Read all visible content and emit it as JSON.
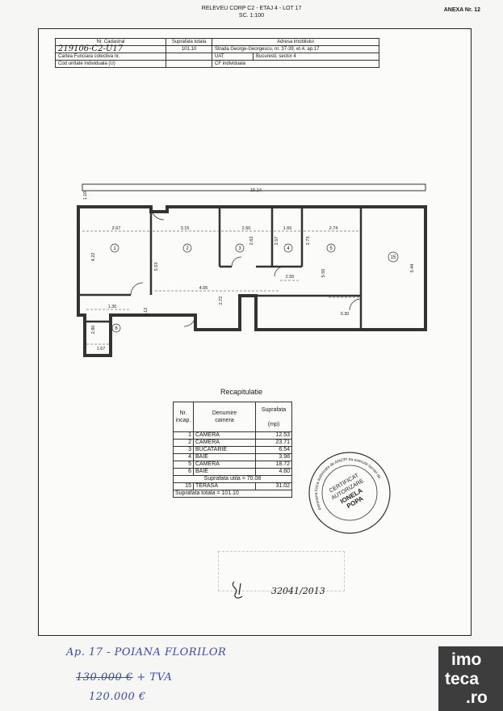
{
  "header": {
    "title_line1": "RELEVEU CORP C2 - ETAJ 4 - LOT 17",
    "title_line2": "SC. 1:100",
    "annex": "ANEXA Nr. 12"
  },
  "cadastral": {
    "col_nr_cadastral": "Nr. Cadastral",
    "col_suprafata": "Suprafata totala",
    "col_adresa": "Adresa imobilului",
    "nr_cadastral_value": "219106-C2-U17",
    "suprafata_value": "101.10",
    "adresa_value": "Strada George-Georgescu, nr. 37-39, et.4, ap.17",
    "carte_funciara_label": "Cartea Funciara colectiva nr.",
    "uat_label": "UAT",
    "uat_value": "Bucuresti, sector 4",
    "cod_unitate_label": "Cod unitate individuala (U)",
    "cf_individuala_label": "CF individuala"
  },
  "plan_labels": {
    "dims": [
      "15.14",
      "1.10",
      "2.67",
      "3.15",
      "2.50",
      "1.65",
      "2.74",
      "4.22",
      "5.53",
      "2.63",
      "2.57",
      "2.73",
      "5.55",
      "5.44",
      "2.55",
      "4.05",
      "2.72",
      "1.30",
      "1.12",
      "3.30",
      "2.80",
      "1.67"
    ],
    "rooms": [
      "1",
      "2",
      "3",
      "4",
      "5",
      "15",
      "6"
    ]
  },
  "recap": {
    "title": "Recapitulatie",
    "col_nr": "Nr.\nincap.",
    "col_denumire": "Denumire\ncamera",
    "col_suprafata": "Suprafata\n\n(mp)",
    "rows": [
      {
        "nr": "1",
        "name": "CAMERA",
        "area": "12.53"
      },
      {
        "nr": "2",
        "name": "CAMERA",
        "area": "23.71"
      },
      {
        "nr": "3",
        "name": "BUCATARIE",
        "area": "6.54"
      },
      {
        "nr": "4",
        "name": "BAIE",
        "area": "3.98"
      },
      {
        "nr": "5",
        "name": "CAMERA",
        "area": "18.72"
      },
      {
        "nr": "6",
        "name": "BAIE",
        "area": "4.60"
      }
    ],
    "utila": "Suprafata utila = 70.08",
    "terasa": {
      "nr": "15",
      "name": "TERASA",
      "area": "31.02"
    },
    "totala": "Suprafata totala = 101.10"
  },
  "stamp": {
    "outer_text": "Persoana fizica autorizata de ANCPI sa execute lucrari de",
    "inner_line1": "CERTIFICAT",
    "inner_line2": "AUTORIZARE",
    "inner_line3": "IONELA",
    "inner_line4": "POPA",
    "date": "32041/2013"
  },
  "handwritten": {
    "line1": "Ap. 17 - POIANA FLORILOR",
    "old_price": "130.000 €",
    "vat": "+ TVA",
    "new_price": "120.000 €"
  },
  "logo": {
    "line1": "imo",
    "line2": "teca",
    "line3": ".ro"
  }
}
